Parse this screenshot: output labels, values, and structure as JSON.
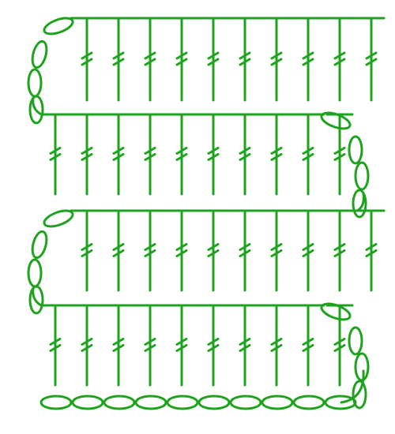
{
  "diagram": {
    "type": "crochet-stitch-chart",
    "color": "#1fa31f",
    "background": "#ffffff",
    "foundation_chain_count": 10,
    "rows": [
      {
        "row": 1,
        "stitch": "double-crochet",
        "count": 10,
        "turning_chain": 3,
        "turning_side": "right"
      },
      {
        "row": 2,
        "stitch": "double-crochet",
        "count": 10,
        "turning_chain": 3,
        "turning_side": "left"
      },
      {
        "row": 3,
        "stitch": "double-crochet",
        "count": 10,
        "turning_chain": 3,
        "turning_side": "right"
      },
      {
        "row": 4,
        "stitch": "double-crochet",
        "count": 10,
        "turning_chain": 3,
        "turning_side": "left"
      }
    ]
  }
}
